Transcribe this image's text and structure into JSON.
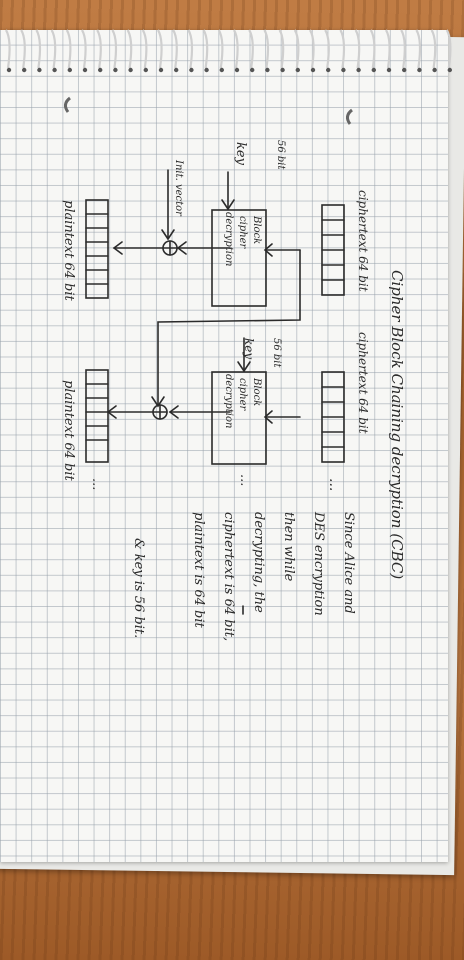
{
  "notes": {
    "title": "Cipher Block Chaining decryption (CBC)",
    "cipher1_label": "ciphertext 64 bit",
    "cipher2_label": "ciphertext 64 bit",
    "dots_top": "...",
    "dots_mid": "...",
    "dots_bottom": "...",
    "key_size_1": "56 bit",
    "key_size_2": "56 bit",
    "key_label_1": "key",
    "key_label_2": "key",
    "init_vector": "Init. vector",
    "block1_line1": "Block",
    "block1_line2": "cipher",
    "block1_line3": "decryption",
    "block2_line1": "Block",
    "block2_line2": "cipher",
    "block2_line3": "decryption",
    "plain1_label": "plaintext 64 bit",
    "plain2_label": "plaintext 64 bit",
    "side_note": [
      "Since Alice and",
      "DES encryption",
      "then while",
      "decrypting, the",
      "ciphertext is 64 bit,",
      "plaintext is 64 bit",
      "& key is 56 bit."
    ],
    "xor_symbol": "⊕"
  }
}
